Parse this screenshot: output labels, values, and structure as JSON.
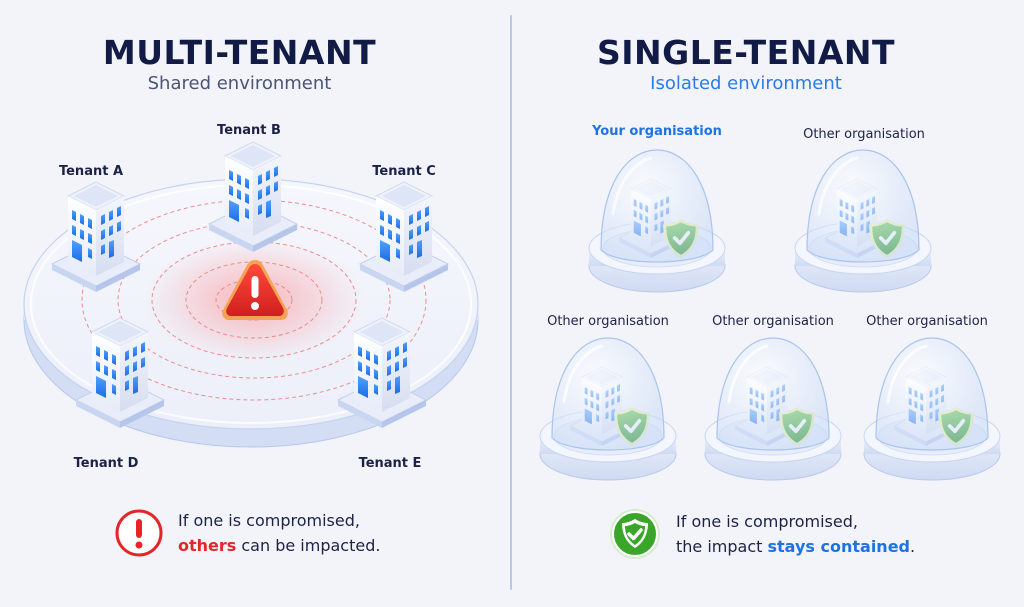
{
  "left": {
    "title": "MULTI-TENANT",
    "subtitle": "Shared environment",
    "tenants": [
      {
        "label": "Tenant A"
      },
      {
        "label": "Tenant B"
      },
      {
        "label": "Tenant C"
      },
      {
        "label": "Tenant D"
      },
      {
        "label": "Tenant E"
      }
    ],
    "center_icon": "warning-triangle-icon",
    "callout": {
      "icon": "alert-circle-icon",
      "line1": "If one is compromised,",
      "highlight": "others",
      "line2_rest": " can be impacted."
    }
  },
  "right": {
    "title": "SINGLE-TENANT",
    "subtitle": "Isolated environment",
    "organisations": [
      {
        "label": "Your organisation",
        "highlighted": true
      },
      {
        "label": "Other organisation"
      },
      {
        "label": "Other organisation"
      },
      {
        "label": "Other organisation"
      },
      {
        "label": "Other organisation"
      }
    ],
    "callout": {
      "icon": "shield-check-icon",
      "line1": "If one is compromised,",
      "line2_prefix": "the impact ",
      "highlight": "stays contained",
      "line2_suffix": "."
    }
  },
  "colors": {
    "background": "#f3f4f9",
    "title": "#121b45",
    "accent_blue": "#1f73e0",
    "danger_red": "#e5252a",
    "safe_green": "#3aa629",
    "divider": "#b8c9e8"
  }
}
